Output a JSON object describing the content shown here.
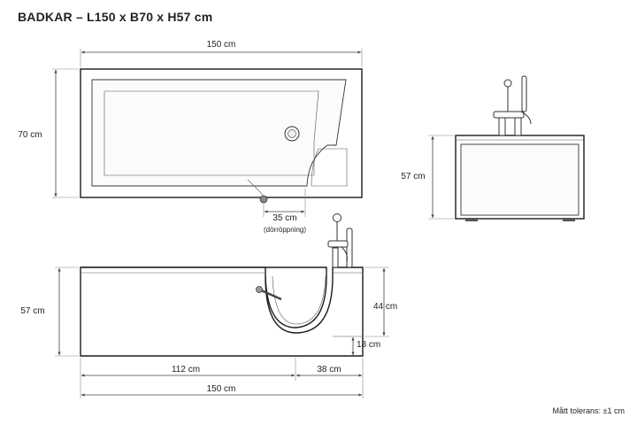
{
  "title": "BADKAR – L150 x B70 x H57 cm",
  "note": "Mått tolerans: ±1 cm",
  "dimensions": {
    "top_length": "150 cm",
    "top_width": "70 cm",
    "door_opening": "35 cm",
    "door_opening_caption": "(dörröppning)",
    "end_height": "57 cm",
    "side_height": "57 cm",
    "seat_height": "44 cm",
    "door_sill": "18 cm",
    "bottom_left": "112 cm",
    "bottom_right": "38 cm",
    "bottom_total": "150 cm"
  }
}
